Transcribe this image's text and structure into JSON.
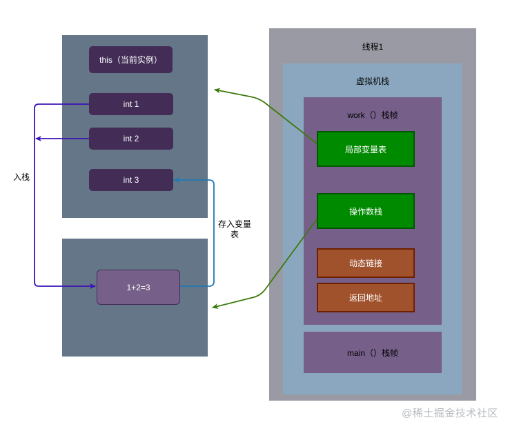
{
  "left_panel": {
    "this_label": "this（当前实例）",
    "int1": "int 1",
    "int2": "int 2",
    "int3": "int 3",
    "calc": "1+2=3"
  },
  "labels": {
    "push": "入栈",
    "store_line1": "存入变量",
    "store_line2": "表"
  },
  "thread": {
    "title": "线程1",
    "vm_stack": "虚拟机栈",
    "work_frame": "work（）栈帧",
    "local_vars": "局部变量表",
    "operand_stack": "操作数栈",
    "dynamic_link": "动态链接",
    "return_addr": "返回地址",
    "main_frame": "main（）栈帧"
  },
  "watermark": "@稀土掘金技术社区",
  "colors": {
    "push_arrow": "#3b12b5",
    "store_arrow": "#1f78b4",
    "link_arrow": "#3c7a0c"
  }
}
